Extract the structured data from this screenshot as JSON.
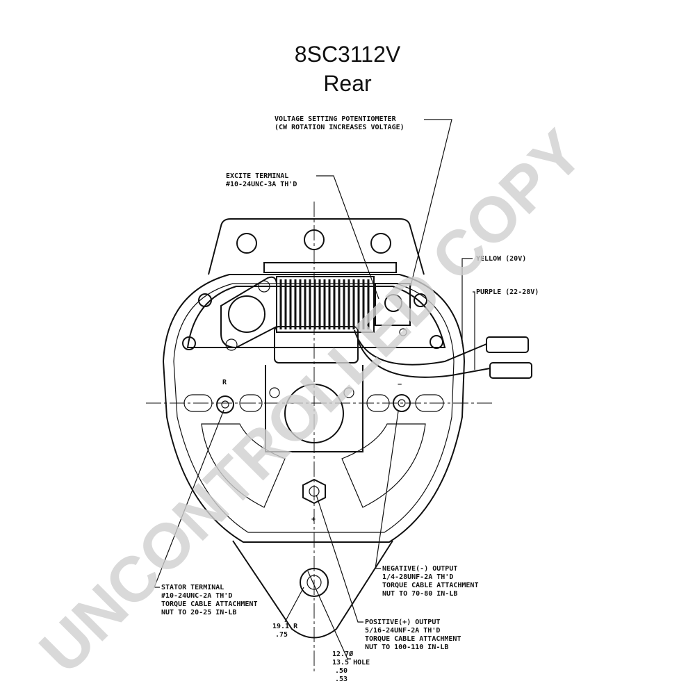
{
  "title": "8SC3112V",
  "subtitle": "Rear",
  "watermark": "UNCONTROLLED COPY",
  "labels": {
    "voltage_pot": [
      "VOLTAGE SETTING POTENTIOMETER",
      "(CW ROTATION INCREASES VOLTAGE)"
    ],
    "excite": [
      "EXCITE TERMINAL",
      "#10-24UNC-3A TH'D"
    ],
    "yellow": "YELLOW (20V)",
    "purple": "PURPLE (22-28V)",
    "stator": [
      "STATOR TERMINAL",
      "#10-24UNC-2A TH'D",
      "TORQUE CABLE ATTACHMENT",
      "NUT TO 20-25 IN-LB"
    ],
    "negative": [
      "NEGATIVE(-) OUTPUT",
      "1/4-28UNF-2A TH'D",
      "TORQUE CABLE ATTACHMENT",
      "NUT TO 70-80 IN-LB"
    ],
    "positive": [
      "POSITIVE(+) OUTPUT",
      "5/16-24UNF-2A TH'D",
      "TORQUE CABLE ATTACHMENT",
      "NUT TO 100-110 IN-LB"
    ],
    "radius": [
      "19.1 R",
      ".75"
    ],
    "hole": [
      "12.7Ø",
      "13.5 HOLE",
      ".50",
      ".53"
    ],
    "r_mark": "R",
    "neg_mark": "−",
    "pos_mark": "+"
  },
  "colors": {
    "ink": "#111111",
    "watermark": "#cfcfcf"
  }
}
